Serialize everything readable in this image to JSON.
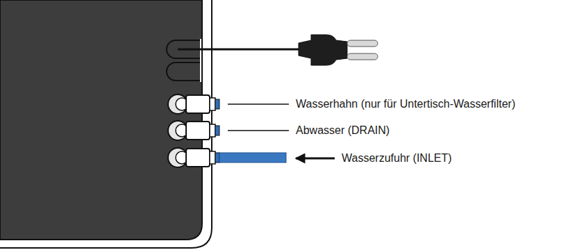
{
  "diagram": {
    "labels": [
      "Wasserhahn (nur für Untertisch-Wasserfilter)",
      "Abwasser (DRAIN)",
      "Wasserzufuhr (INLET)"
    ]
  }
}
